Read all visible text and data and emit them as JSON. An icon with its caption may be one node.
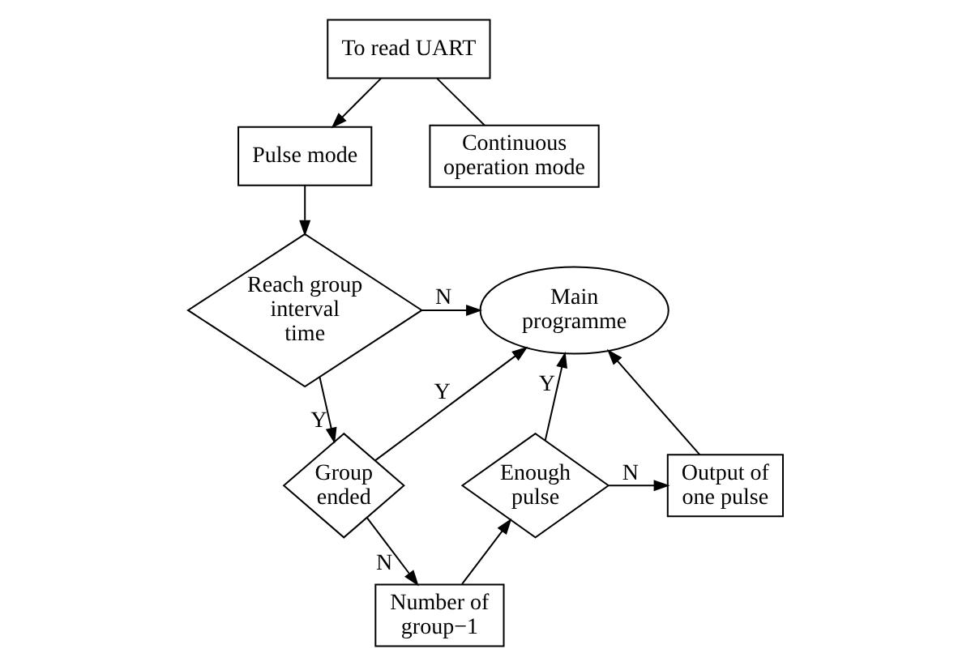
{
  "diagram": {
    "nodes": [
      {
        "text": [
          "To read UART"
        ]
      },
      {
        "text": [
          "Pulse mode"
        ]
      },
      {
        "text": [
          "Continuous operation mode"
        ]
      },
      {
        "text": [
          "Reach group interval time"
        ]
      },
      {
        "text": [
          "Main programme"
        ]
      },
      {
        "text": [
          "Group ended"
        ]
      },
      {
        "text": [
          "Enough pulse"
        ]
      },
      {
        "text": [
          "Output of one pulse"
        ]
      },
      {
        "text": [
          "Number of group−1"
        ]
      }
    ],
    "edges": [
      {
        "from": 0,
        "to": 1,
        "arrow": "to"
      },
      {
        "from": 0,
        "to": 2,
        "arrow": "none"
      },
      {
        "from": 1,
        "to": 3,
        "arrow": "to"
      },
      {
        "from": 3,
        "to": 4,
        "arrow": "to",
        "label": "N"
      },
      {
        "from": 3,
        "to": 5,
        "arrow": "to",
        "label": "Y"
      },
      {
        "from": 5,
        "to": 4,
        "arrow": "to",
        "label": "Y"
      },
      {
        "from": 5,
        "to": 8,
        "arrow": "to",
        "label": "N"
      },
      {
        "from": 8,
        "to": 6,
        "arrow": "to"
      },
      {
        "from": 6,
        "to": 4,
        "arrow": "to",
        "label": "Y"
      },
      {
        "from": 6,
        "to": 7,
        "arrow": "to",
        "label": "N"
      },
      {
        "from": 7,
        "to": 4,
        "arrow": "to"
      }
    ]
  }
}
